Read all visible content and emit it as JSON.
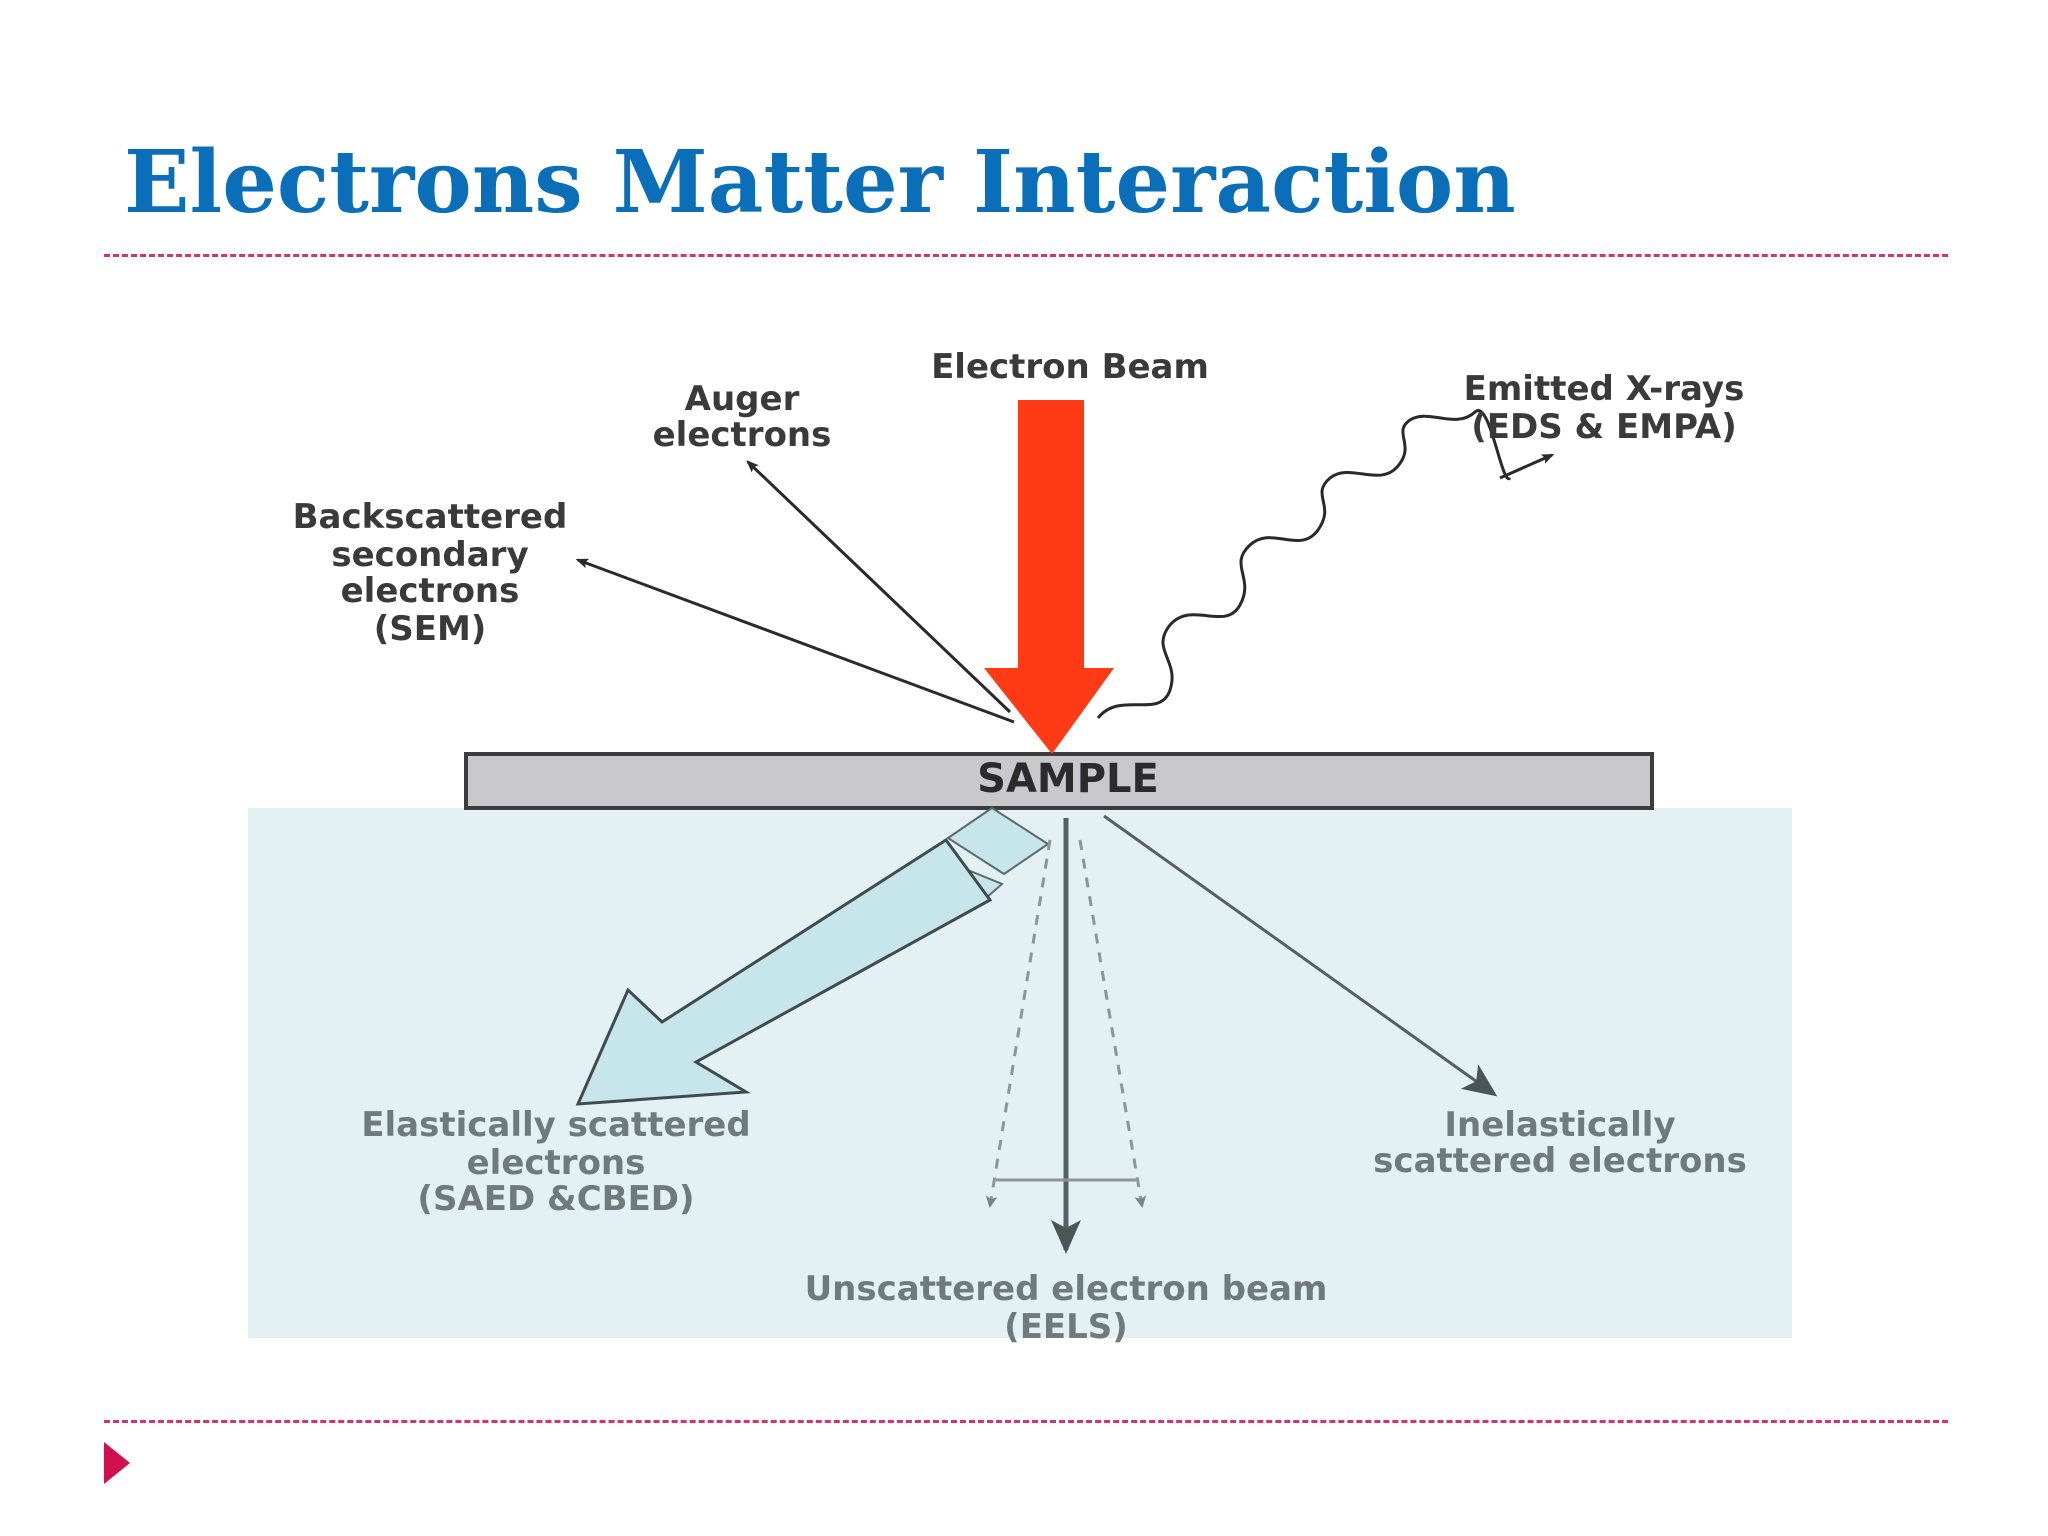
{
  "slide": {
    "title": "Electrons Matter Interaction"
  },
  "colors": {
    "title": "#0a6fb8",
    "rule": "#d6336c",
    "bullet": "#d0104f",
    "beam_arrow": "#ff3a14",
    "sample_fill": "#c9c8cc",
    "transmission_region": "#e4f1f4",
    "elastic_arrow": "#c7e6ec"
  },
  "diagram": {
    "electron_beam": "Electron Beam",
    "auger": [
      "Auger",
      "electrons"
    ],
    "backscattered": [
      "Backscattered",
      "secondary",
      "electrons",
      "(SEM)"
    ],
    "xrays": [
      "Emitted X-rays",
      "(EDS & EMPA)"
    ],
    "sample": "SAMPLE",
    "elastic": [
      "Elastically scattered",
      "electrons",
      "(SAED &CBED)"
    ],
    "inelastic": [
      "Inelastically",
      "scattered electrons"
    ],
    "unscattered": [
      "Unscattered electron beam",
      "(EELS)"
    ]
  }
}
